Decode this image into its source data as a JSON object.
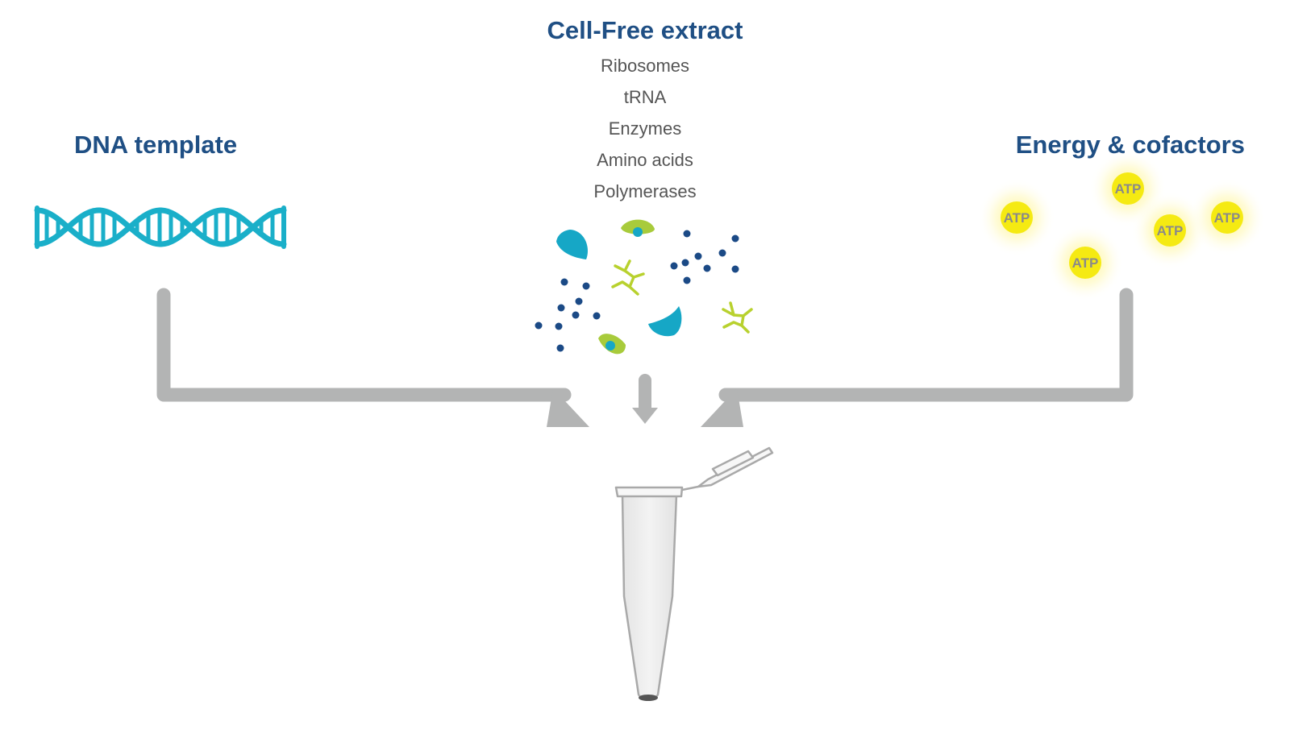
{
  "sections": {
    "dna_template": {
      "title": "DNA template",
      "icon": "dna-icon"
    },
    "cell_free_extract": {
      "title": "Cell-Free extract",
      "components": [
        "Ribosomes",
        "tRNA",
        "Enzymes",
        "Amino acids",
        "Polymerases"
      ]
    },
    "energy_cofactors": {
      "title": "Energy & cofactors",
      "molecules": [
        "ATP",
        "ATP",
        "ATP",
        "ATP",
        "ATP"
      ]
    }
  },
  "tube": {
    "icon": "microcentrifuge-tube-icon"
  },
  "colors": {
    "title": "#1f4f84",
    "text": "#555555",
    "dna": "#1aafc9",
    "arrow": "#b3b4b4",
    "atp": "#f5ea12",
    "dark_blue_dot": "#1b4a86",
    "lime": "#a8cb3b",
    "cyan": "#16a7c6"
  }
}
